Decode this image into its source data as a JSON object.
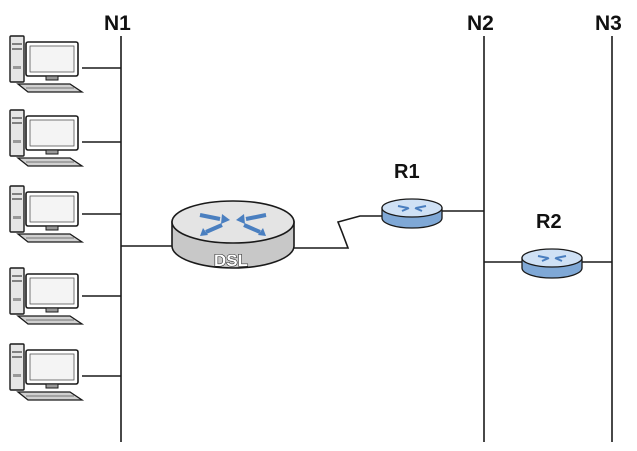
{
  "networks": {
    "n1": "N1",
    "n2": "N2",
    "n3": "N3"
  },
  "routers": {
    "r1": "R1",
    "r2": "R2"
  },
  "dsl_router": {
    "label": "DSL"
  },
  "computers": [
    {
      "icon": "desktop-computer-icon"
    },
    {
      "icon": "desktop-computer-icon"
    },
    {
      "icon": "desktop-computer-icon"
    },
    {
      "icon": "desktop-computer-icon"
    },
    {
      "icon": "desktop-computer-icon"
    }
  ],
  "colors": {
    "monitor_screen": "#ffffff",
    "tower_fill": "#e6e6e6",
    "router_top": "#cfe1f5",
    "router_body": "#7fa8d6",
    "dsl_top": "#e4e4e4",
    "dsl_body": "#c8c8c8",
    "arrow": "#4a7fc0"
  }
}
